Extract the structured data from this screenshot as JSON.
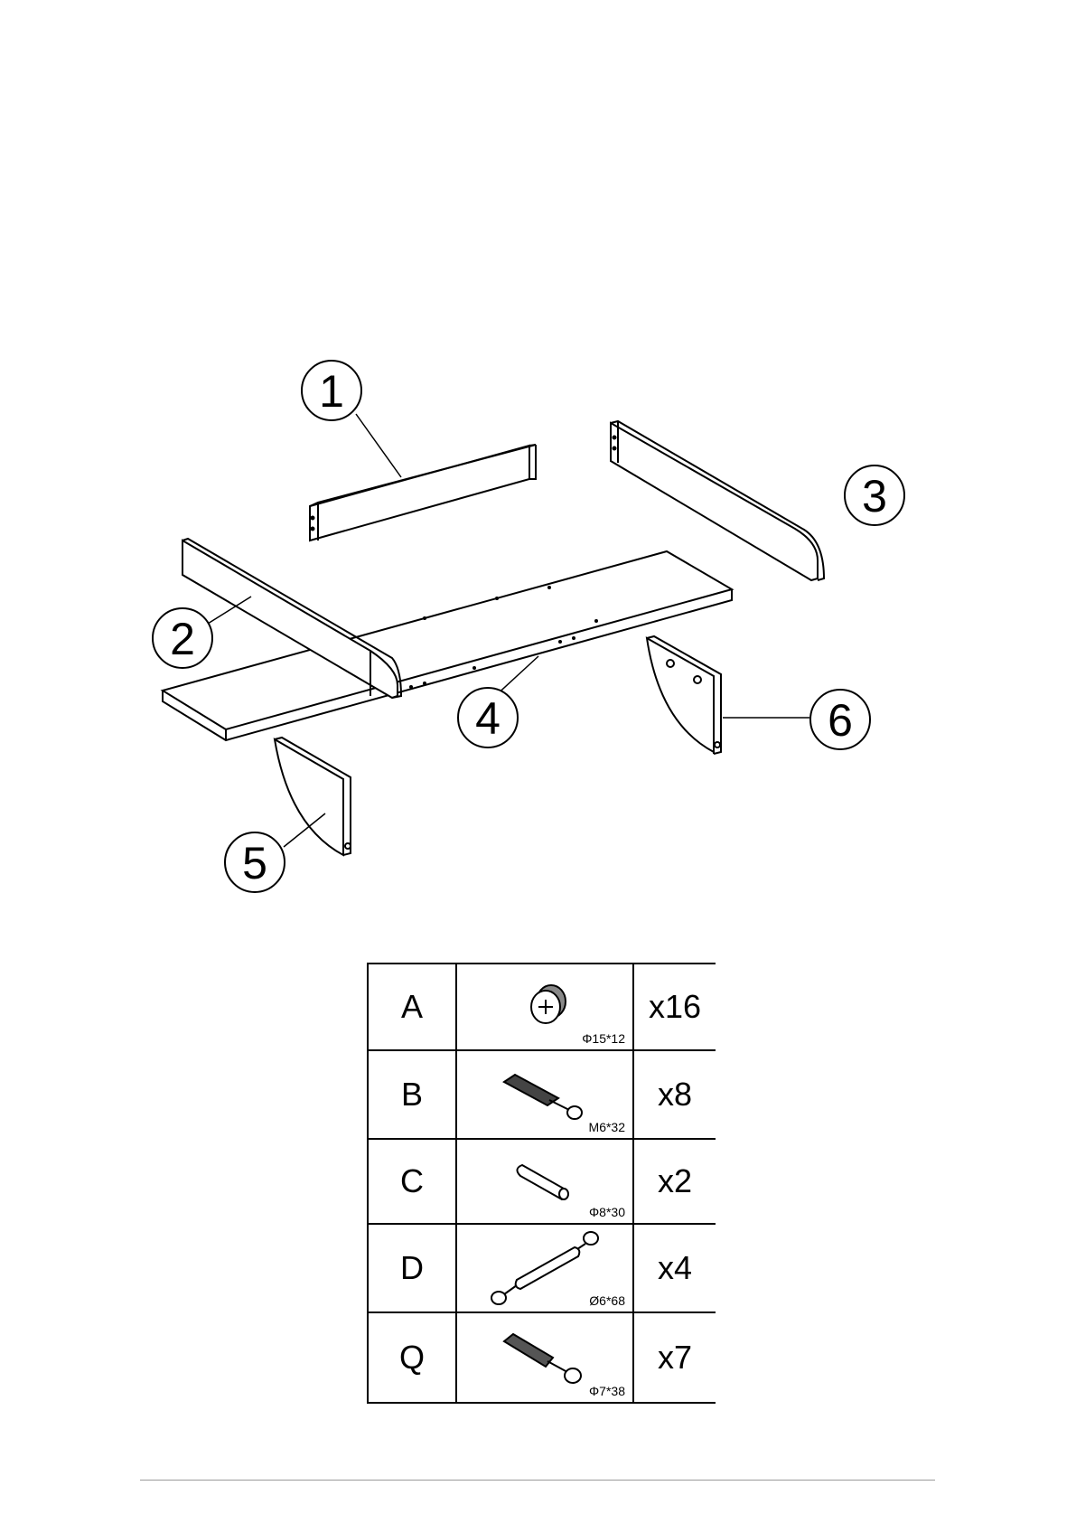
{
  "parts": [
    {
      "number": "1"
    },
    {
      "number": "2"
    },
    {
      "number": "3"
    },
    {
      "number": "4"
    },
    {
      "number": "5"
    },
    {
      "number": "6"
    }
  ],
  "hardware": [
    {
      "letter": "A",
      "icon": "cam-lock-icon",
      "size": "Φ15*12",
      "qty": "x16"
    },
    {
      "letter": "B",
      "icon": "cam-bolt-icon",
      "size": "M6*32",
      "qty": "x8"
    },
    {
      "letter": "C",
      "icon": "wood-dowel-icon",
      "size": "Φ8*30",
      "qty": "x2"
    },
    {
      "letter": "D",
      "icon": "double-cam-bolt-icon",
      "size": "Ø6*68",
      "qty": "x4"
    },
    {
      "letter": "Q",
      "icon": "screw-icon",
      "size": "Φ7*38",
      "qty": "x7"
    }
  ],
  "colors": {
    "line": "#000000",
    "background": "#ffffff",
    "footer_rule": "#999999"
  }
}
